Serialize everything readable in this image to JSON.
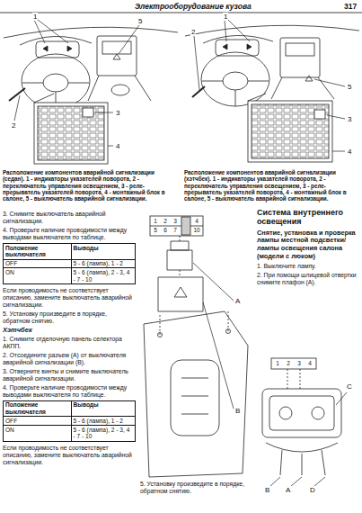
{
  "diagram": {
    "title": "Электрооборудование кузова",
    "labels": [
      "317",
      "1",
      "2",
      "3",
      "4",
      "5",
      "Расположение компонентов аварийной сигнализации (седан). 1 - индикаторы указателей поворота, 2 - переключатель управления освещением, 3 - реле-прерыватель указателей поворота, 4 - монтажный блок в салоне, 5 - выключатель аварийной сигнализации.",
      "2",
      "1",
      "3",
      "4",
      "5",
      "Расположение компонентов аварийной сигнализации (хэтчбек). 1 - индикаторы указателей поворота, 2 - переключатель управления освещением, 3 - реле-прерыватель указателей поворота, 4 - монтажный блок в салоне, 5 - выключатель аварийной сигнализации.",
      "3. Снимите выключатель аварийной сигнализации.",
      "4. Проверьте наличие проводимости между выводами выключателя по таблице.",
      "Положение выключателя",
      "Выводы",
      "OFF",
      "5 - 6 (лампа), 1 - 2",
      "ON",
      "5 - 6 (лампа), 2 - 3, 4 - 7 - 10",
      "Если проводимость не соответствует описанию, замените выключатель аварийной сигнализации.",
      "5. Установку произведите в порядке, обратном снятию.",
      "Хэтчбек",
      "1. Снимите отделочную панель селектора АКПП.",
      "2. Отсоедините разъем (A) от выключателя аварийной сигнализации (B).",
      "3. Отверните винты и снимите выключатель аварийной сигнализации.",
      "4. Проверьте наличие проводимости между выводами выключателя по таблице.",
      "Положение выключателя",
      "Выводы",
      "OFF",
      "5 - 6 (лампа), 1 - 2",
      "ON",
      "5 - 6 (лампа), 2 - 3, 4 - 7 - 10",
      "Если проводимость не соответствует описанию, замените выключатель аварийной сигнализации.",
      "1",
      "2",
      "3",
      "4",
      "5",
      "6",
      "7",
      "10",
      "A",
      "B",
      "5. Установку произведите в порядке, обратном снятию.",
      "Система внутреннего освещения",
      "Снятие, установка и проверка лампы местной подсветки/лампы освещения салона (модели с люком)",
      "1. Выключите лампу.",
      "2. При помощи шлицевой отвертки снимите плафон (A).",
      "1",
      "2",
      "3",
      "4",
      "C",
      "B",
      "A",
      "D"
    ]
  }
}
